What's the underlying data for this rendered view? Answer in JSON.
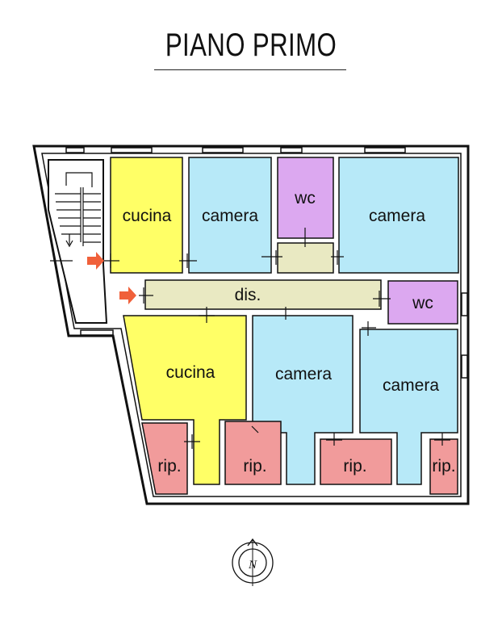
{
  "title": "PIANO PRIMO",
  "colors": {
    "kitchen": "#ffff66",
    "bedroom": "#b7e9f8",
    "wc": "#dca8f0",
    "corridor": "#e9e9c2",
    "storage": "#f19b9b",
    "wall": "#111111",
    "wall_fill": "#ffffff",
    "arrow": "#f0603a"
  },
  "rooms": [
    {
      "id": "cucina-1",
      "label": "cucina",
      "type": "kitchen"
    },
    {
      "id": "camera-1",
      "label": "camera",
      "type": "bedroom"
    },
    {
      "id": "wc-1",
      "label": "wc",
      "type": "wc"
    },
    {
      "id": "camera-2",
      "label": "camera",
      "type": "bedroom"
    },
    {
      "id": "dis",
      "label": "dis.",
      "type": "corridor"
    },
    {
      "id": "wc-2",
      "label": "wc",
      "type": "wc"
    },
    {
      "id": "cucina-2",
      "label": "cucina",
      "type": "kitchen"
    },
    {
      "id": "camera-3",
      "label": "camera",
      "type": "bedroom"
    },
    {
      "id": "camera-4",
      "label": "camera",
      "type": "bedroom"
    },
    {
      "id": "rip-1",
      "label": "rip.",
      "type": "storage"
    },
    {
      "id": "rip-2",
      "label": "rip.",
      "type": "storage"
    },
    {
      "id": "rip-3",
      "label": "rip.",
      "type": "storage"
    },
    {
      "id": "rip-4",
      "label": "rip.",
      "type": "storage"
    }
  ],
  "compass": {
    "label": "N",
    "icon": "north-arrow-icon"
  },
  "entrance_arrows": 2
}
